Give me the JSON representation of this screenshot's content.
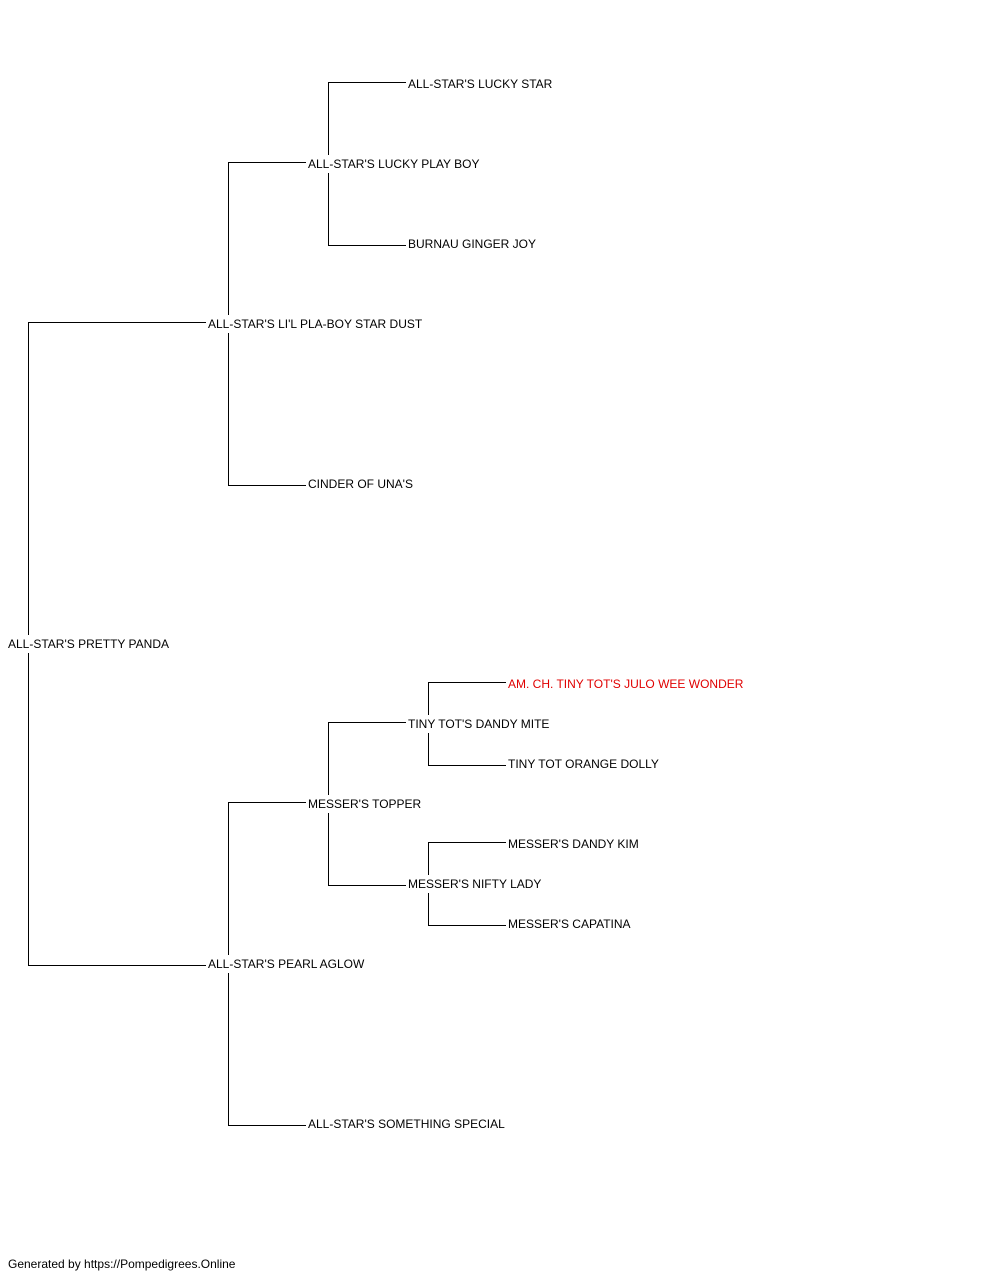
{
  "pedigree": {
    "subject": "ALL-STAR'S PRETTY PANDA",
    "sire": "ALL-STAR'S LI'L PLA-BOY STAR DUST",
    "sire_sire": "ALL-STAR'S LUCKY PLAY BOY",
    "sire_sire_sire": "ALL-STAR'S LUCKY STAR",
    "sire_sire_dam": "BURNAU GINGER JOY",
    "sire_dam": "CINDER OF UNA'S",
    "dam": "ALL-STAR'S PEARL AGLOW",
    "dam_sire": "MESSER'S TOPPER",
    "dam_sire_sire": "TINY TOT'S DANDY MITE",
    "dam_sire_sire_sire": "AM. CH. TINY TOT'S JULO WEE WONDER",
    "dam_sire_sire_dam": "TINY TOT ORANGE DOLLY",
    "dam_sire_dam": "MESSER'S NIFTY LADY",
    "dam_sire_dam_sire": "MESSER'S DANDY KIM",
    "dam_sire_dam_dam": "MESSER'S CAPATINA",
    "dam_dam": "ALL-STAR'S SOMETHING SPECIAL"
  },
  "colors": {
    "champion": "#e00000",
    "default": "#000000"
  },
  "footer": "Generated by https://Pompedigrees.Online"
}
